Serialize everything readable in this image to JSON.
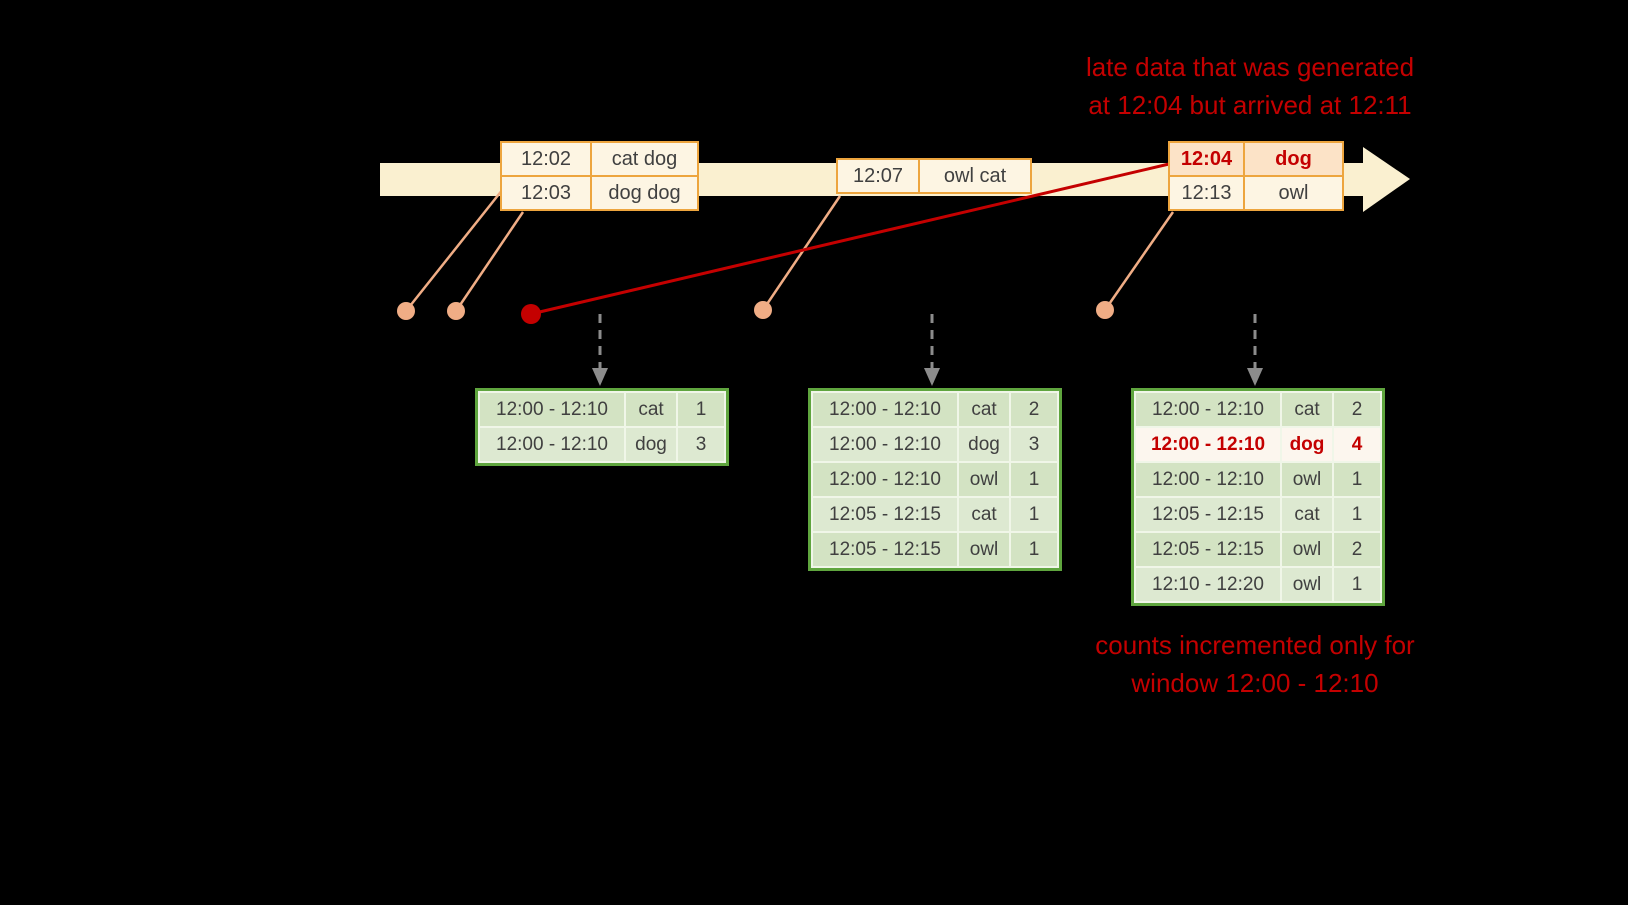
{
  "colors": {
    "background": "#000000",
    "red_accent": "#c40000",
    "timeline_fill": "#faf0d0",
    "event_border": "#eda53e",
    "event_fill": "#fdf5e3",
    "late_row_fill": "#fce3c7",
    "connector": "#f0ad85",
    "arrow_gray": "#8c8c8c",
    "result_border": "#5fa53e",
    "result_fill_odd": "#d3e3c3",
    "result_fill_even": "#dde9d1",
    "updated_row_fill": "#fcf6ee",
    "grid_line": "#f0f6e8",
    "table_text": "#404040"
  },
  "annotations": {
    "late_data_note": "late data that was generated\nat 12:04 but arrived at 12:11",
    "counts_note": "counts incremented only for\nwindow 12:00 - 12:10"
  },
  "timeline": {
    "event_tables": [
      {
        "rows": [
          {
            "time": "12:02",
            "words": "cat dog"
          },
          {
            "time": "12:03",
            "words": "dog dog"
          }
        ]
      },
      {
        "rows": [
          {
            "time": "12:07",
            "words": "owl cat"
          }
        ]
      },
      {
        "rows": [
          {
            "time": "12:04",
            "words": "dog",
            "modifier": "late-row"
          },
          {
            "time": "12:13",
            "words": "owl"
          }
        ]
      }
    ]
  },
  "result_tables": [
    {
      "rows": [
        {
          "window": "12:00 - 12:10",
          "word": "cat",
          "count": "1"
        },
        {
          "window": "12:00 - 12:10",
          "word": "dog",
          "count": "3"
        }
      ]
    },
    {
      "rows": [
        {
          "window": "12:00 - 12:10",
          "word": "cat",
          "count": "2"
        },
        {
          "window": "12:00 - 12:10",
          "word": "dog",
          "count": "3"
        },
        {
          "window": "12:00 - 12:10",
          "word": "owl",
          "count": "1"
        },
        {
          "window": "12:05 - 12:15",
          "word": "cat",
          "count": "1"
        },
        {
          "window": "12:05 - 12:15",
          "word": "owl",
          "count": "1"
        }
      ]
    },
    {
      "rows": [
        {
          "window": "12:00 - 12:10",
          "word": "cat",
          "count": "2"
        },
        {
          "window": "12:00 - 12:10",
          "word": "dog",
          "count": "4",
          "modifier": "updated-row"
        },
        {
          "window": "12:00 - 12:10",
          "word": "owl",
          "count": "1"
        },
        {
          "window": "12:05 - 12:15",
          "word": "cat",
          "count": "1"
        },
        {
          "window": "12:05 - 12:15",
          "word": "owl",
          "count": "2"
        },
        {
          "window": "12:10 - 12:20",
          "word": "owl",
          "count": "1"
        }
      ]
    }
  ]
}
